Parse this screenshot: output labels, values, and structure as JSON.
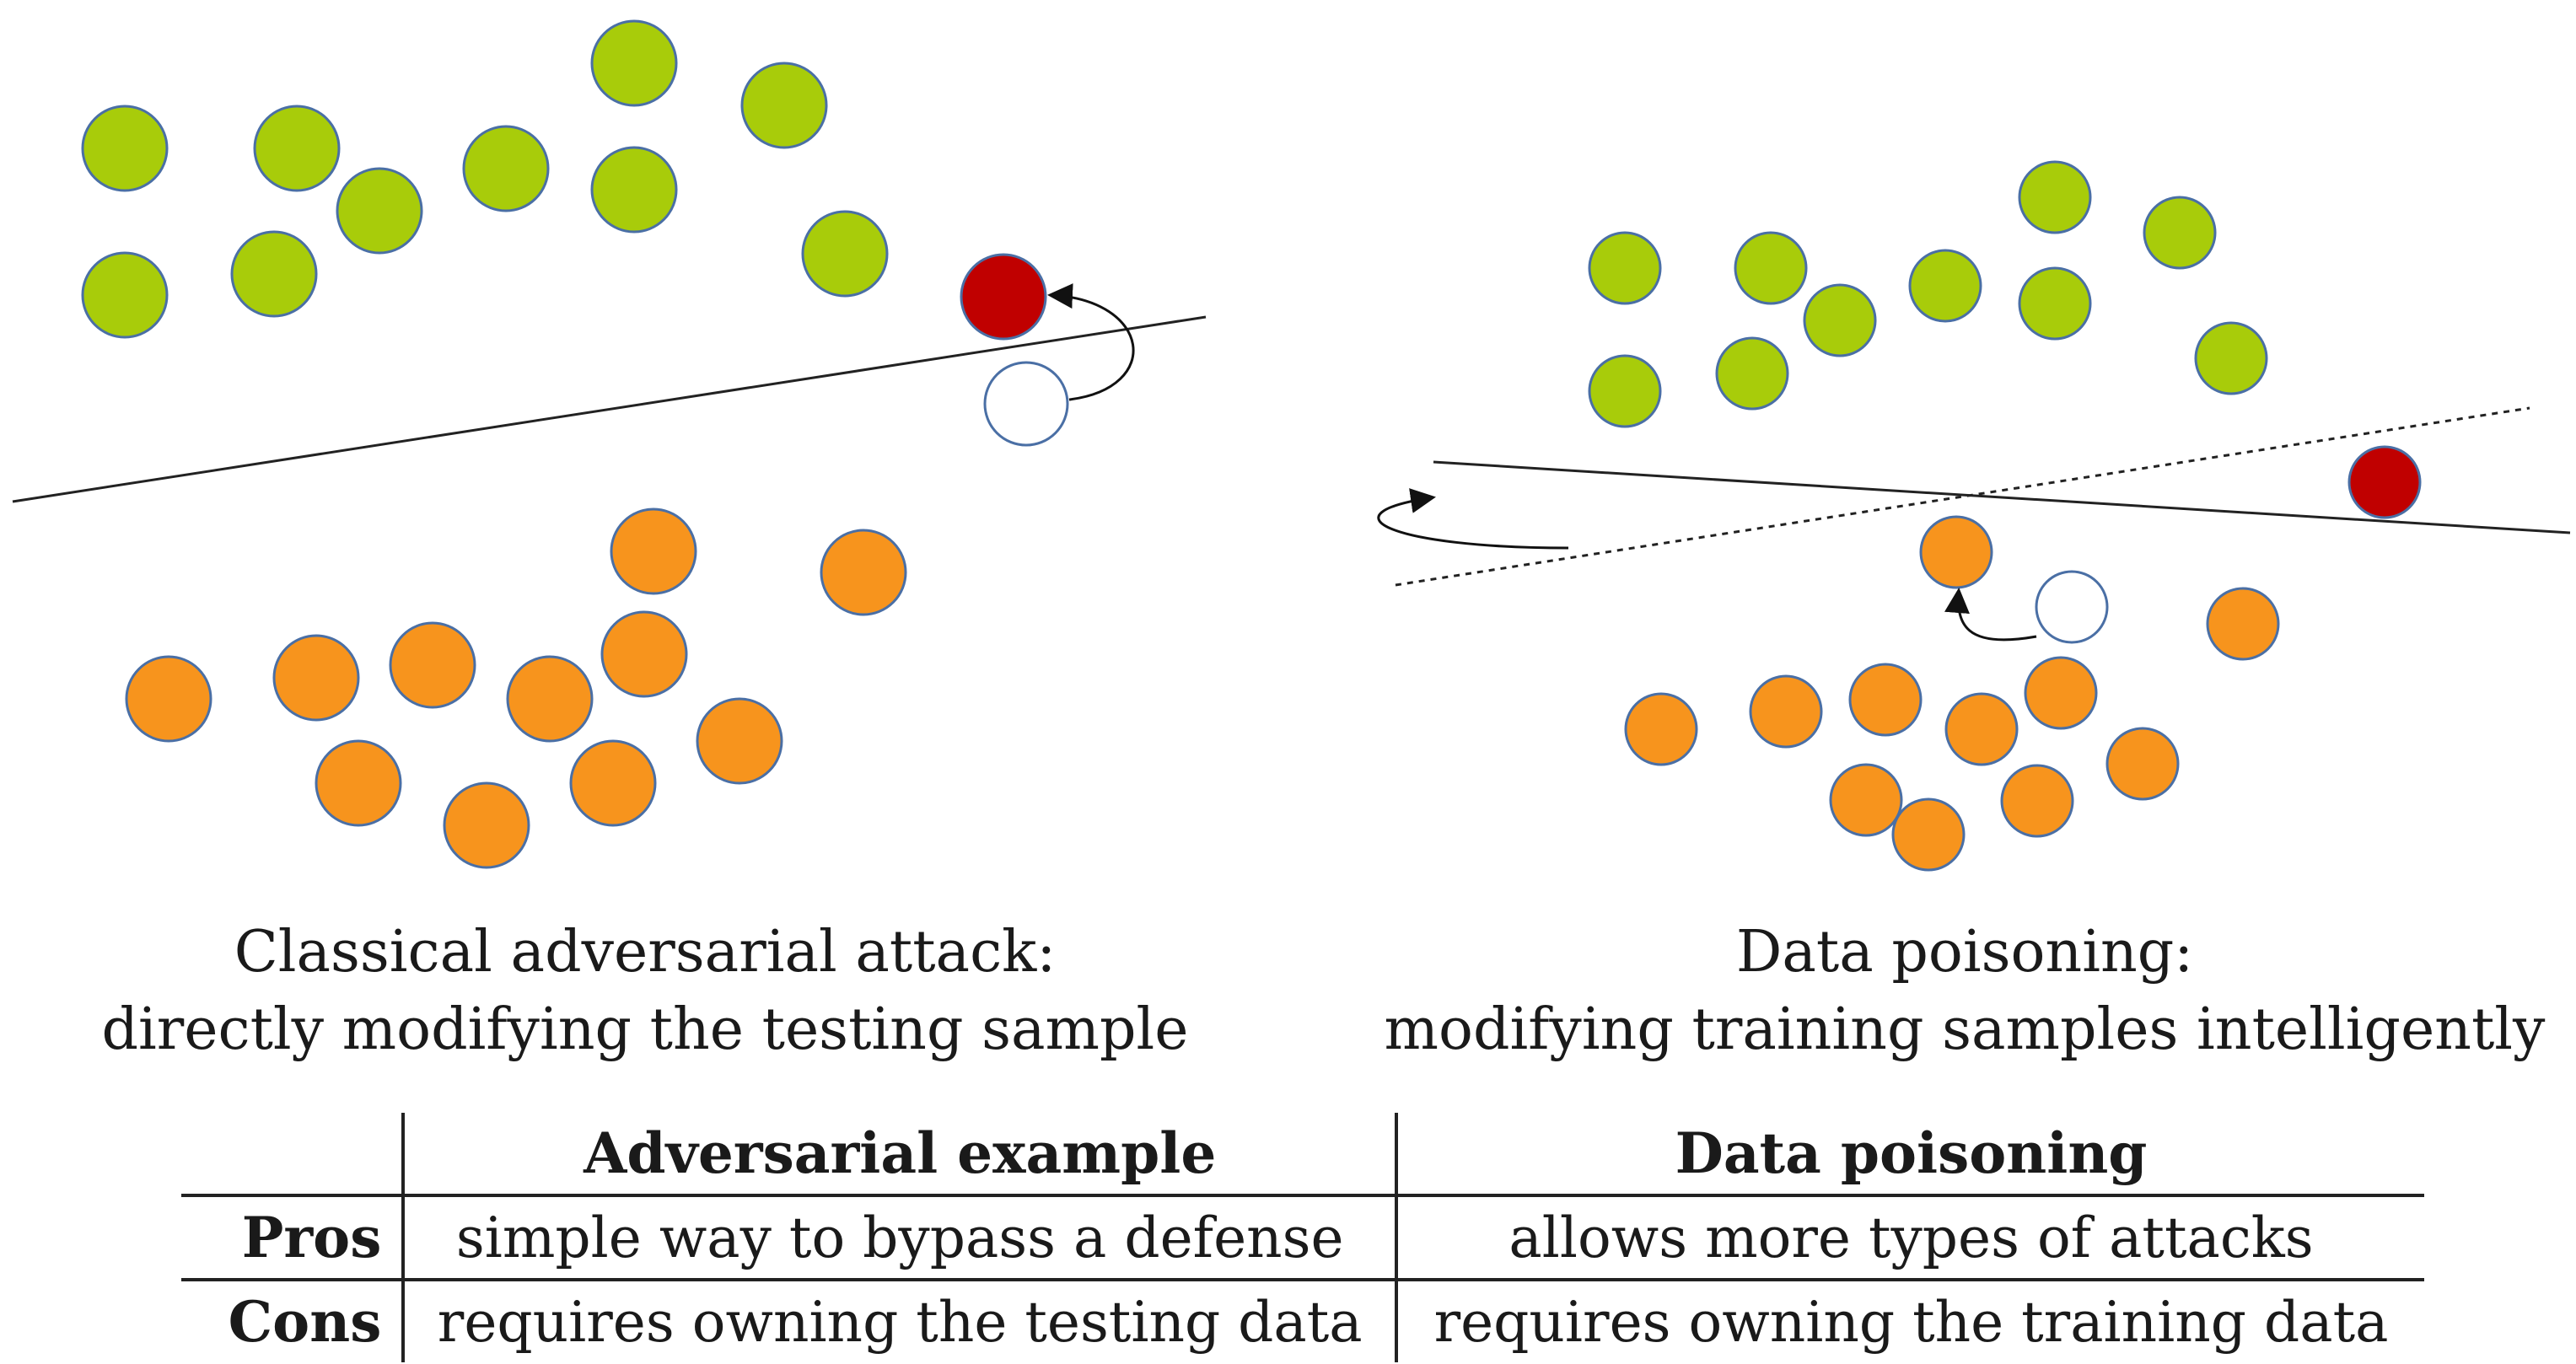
{
  "captions": {
    "left": [
      "Classical adversarial attack:",
      "directly modifying the testing sample"
    ],
    "right": [
      "Data poisoning:",
      "modifying training samples intelligently"
    ]
  },
  "table": {
    "columns": [
      "",
      "Adversarial example",
      "Data poisoning"
    ],
    "rows": [
      {
        "label": "Pros",
        "cells": [
          "simple way to bypass a defense",
          "allows more types of attacks"
        ]
      },
      {
        "label": "Cons",
        "cells": [
          "requires owning the testing data",
          "requires owning the training data"
        ]
      }
    ]
  },
  "colors": {
    "class_a": "#a8cc0a",
    "class_b": "#f7941d",
    "attacked": "#c00000",
    "outline": "#4a6fa5",
    "line": "#222222"
  }
}
